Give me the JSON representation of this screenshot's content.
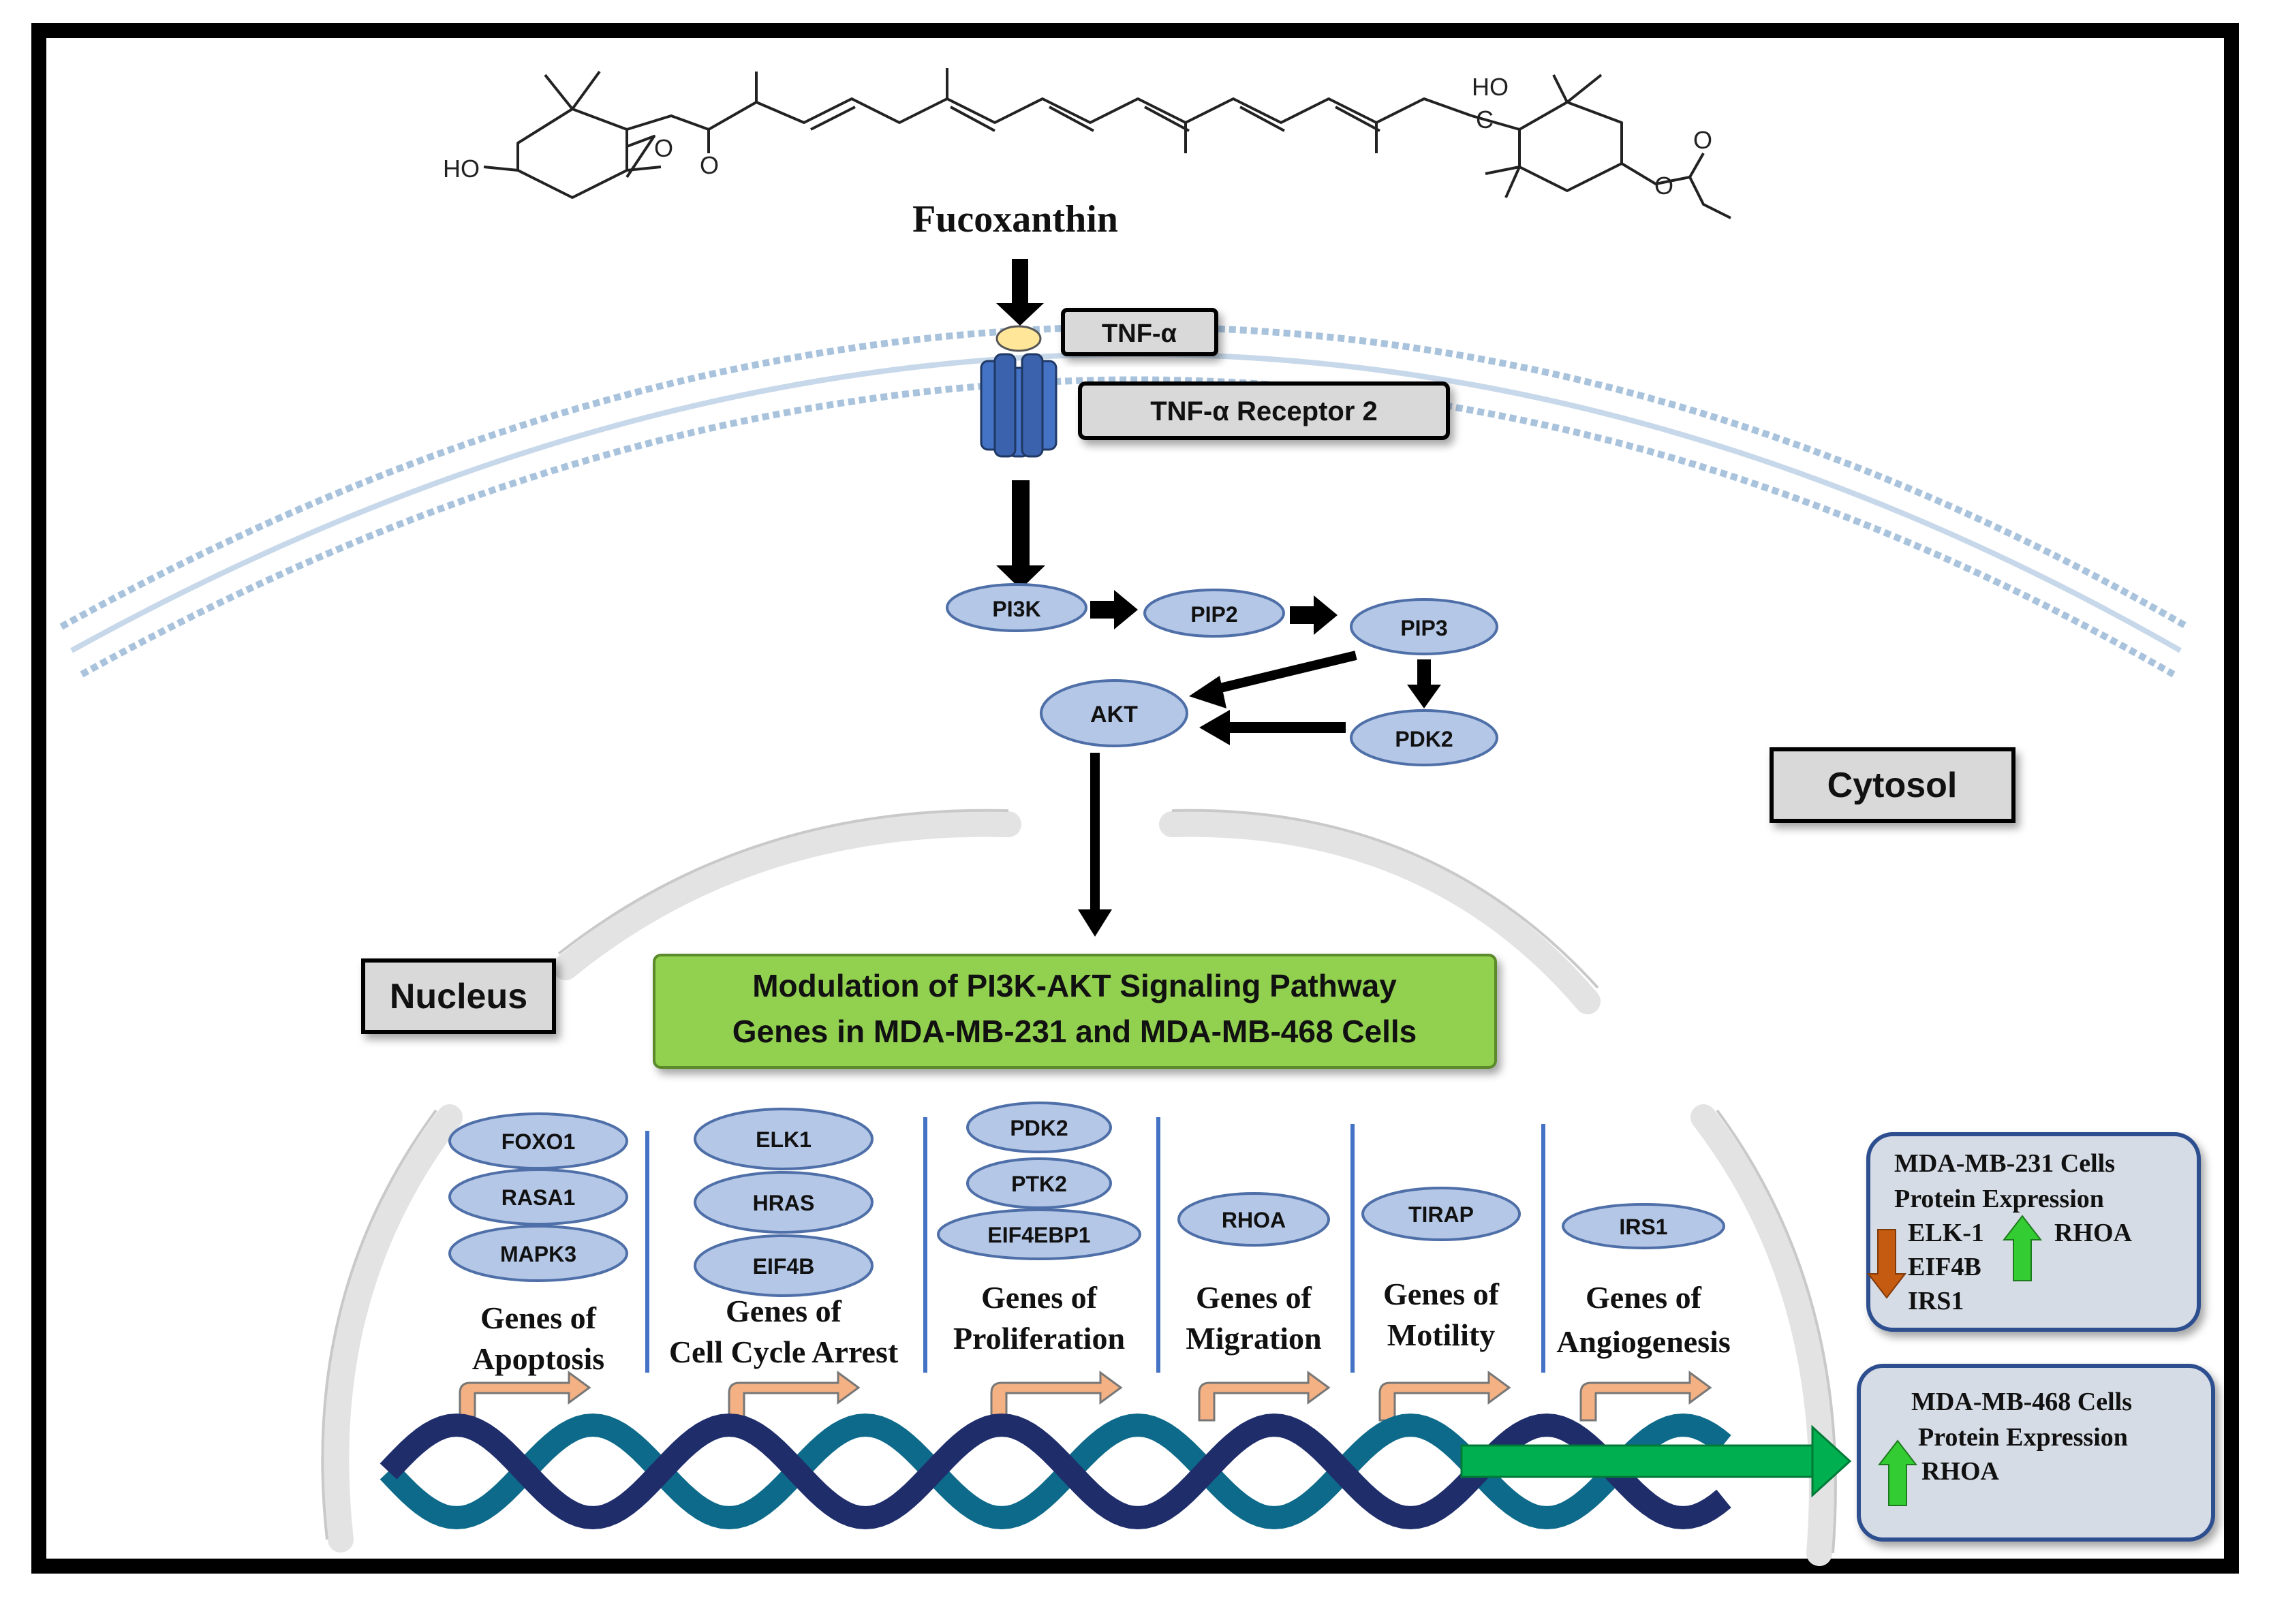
{
  "molecule": {
    "name": "Fucoxanthin",
    "labels": {
      "ho_left": "HO",
      "ho_right": "HO",
      "epoxy_o": "O",
      "keto_o": "O",
      "ester_o": "O",
      "ester_o2": "O",
      "allene_c": "C"
    }
  },
  "receptor": {
    "ligand_label": "TNF-α",
    "receptor_label": "TNF-α Receptor 2"
  },
  "compartments": {
    "cytosol": "Cytosol",
    "nucleus": "Nucleus"
  },
  "pathway": {
    "pi3k": "PI3K",
    "pip2": "PIP2",
    "pip3": "PIP3",
    "akt": "AKT",
    "pdk2": "PDK2"
  },
  "modulation": {
    "line1": "Modulation of PI3K-AKT Signaling Pathway",
    "line2": "Genes in MDA-MB-231 and MDA-MB-468 Cells"
  },
  "gene_groups": [
    {
      "genes": [
        "FOXO1",
        "RASA1",
        "MAPK3"
      ],
      "title1": "Genes of",
      "title2": "Apoptosis"
    },
    {
      "genes": [
        "ELK1",
        "HRAS",
        "EIF4B"
      ],
      "title1": "Genes of",
      "title2": "Cell Cycle Arrest"
    },
    {
      "genes": [
        "PDK2",
        "PTK2",
        "EIF4EBP1"
      ],
      "title1": "Genes of",
      "title2": "Proliferation"
    },
    {
      "genes": [
        "RHOA"
      ],
      "title1": "Genes of",
      "title2": "Migration"
    },
    {
      "genes": [
        "TIRAP"
      ],
      "title1": "Genes of",
      "title2": "Motility"
    },
    {
      "genes": [
        "IRS1"
      ],
      "title1": "Genes of",
      "title2": "Angiogenesis"
    }
  ],
  "box231": {
    "line1": "MDA-MB-231 Cells",
    "line2": "Protein Expression",
    "down": [
      "ELK-1",
      "EIF4B",
      "IRS1"
    ],
    "up": [
      "RHOA"
    ]
  },
  "box468": {
    "line1": "MDA-MB-468 Cells",
    "line2": "Protein Expression",
    "up": [
      "RHOA"
    ]
  },
  "colors": {
    "ellipse_fill": "#b4c7e7",
    "ellipse_stroke": "#4f6fa8",
    "receptor": "#4472c4",
    "ligand": "#ffe699",
    "green_box": "#92d050",
    "label_box": "#d9d9d9",
    "info_box": "#d6dce5",
    "info_border": "#2f4f8f",
    "up_arrow": "#33cc33",
    "down_arrow": "#c55a11",
    "dna_dark": "#1f2d6b",
    "dna_light": "#0e6a8a",
    "promoter": "#f4b183",
    "green_arrow": "#00b050",
    "membrane": "#a9c3dd"
  }
}
